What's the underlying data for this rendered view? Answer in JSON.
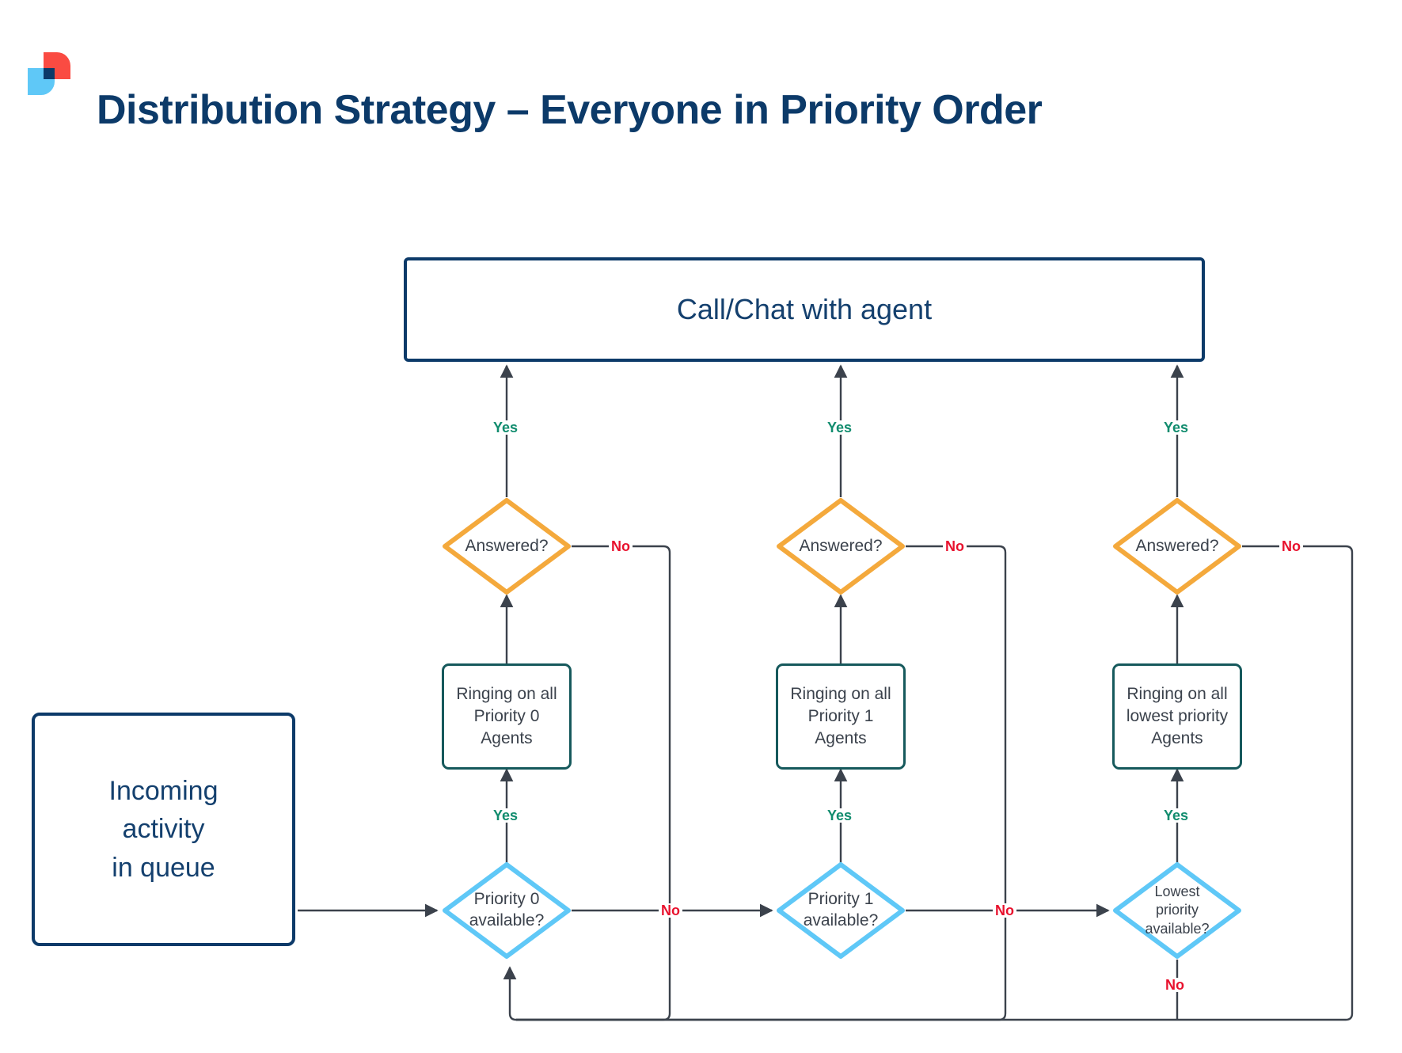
{
  "page": {
    "title": "Distribution Strategy – Everyone in Priority Order",
    "background": "#ffffff"
  },
  "logo": {
    "name": "brand-logo",
    "colors": {
      "red": "#fa4b42",
      "blue": "#5fc8f7",
      "navy": "#0c3a69"
    }
  },
  "colors": {
    "navy": "#0c3a69",
    "text_dark": "#3b424c",
    "teal_border": "#16595c",
    "orange_border": "#f4a93c",
    "lightblue_border": "#5fc8f7",
    "yes_green": "#118c6e",
    "no_red": "#e8112d",
    "wire": "#3b424c"
  },
  "nodes": {
    "top_box": {
      "label": "Call/Chat with agent"
    },
    "queue_box": {
      "line1": "Incoming",
      "line2": "activity",
      "line3": "in queue"
    },
    "answered": [
      {
        "label": "Answered?"
      },
      {
        "label": "Answered?"
      },
      {
        "label": "Answered?"
      }
    ],
    "ringing": [
      {
        "line1": "Ringing on all",
        "line2": "Priority 0",
        "line3": "Agents"
      },
      {
        "line1": "Ringing on all",
        "line2": "Priority 1",
        "line3": "Agents"
      },
      {
        "line1": "Ringing on all",
        "line2": "lowest priority",
        "line3": "Agents"
      }
    ],
    "availability": [
      {
        "line1": "Priority 0",
        "line2": "available?",
        "line3": ""
      },
      {
        "line1": "Priority 1",
        "line2": "available?",
        "line3": ""
      },
      {
        "line1": "Lowest",
        "line2": "priority",
        "line3": "available?"
      }
    ]
  },
  "edges": {
    "yes_label": "Yes",
    "no_label": "No",
    "answered_yes": [
      "Yes",
      "Yes",
      "Yes"
    ],
    "answered_no": [
      "No",
      "No",
      "No"
    ],
    "available_yes": [
      "Yes",
      "Yes",
      "Yes"
    ],
    "available_no": [
      "No",
      "No",
      "No"
    ]
  }
}
